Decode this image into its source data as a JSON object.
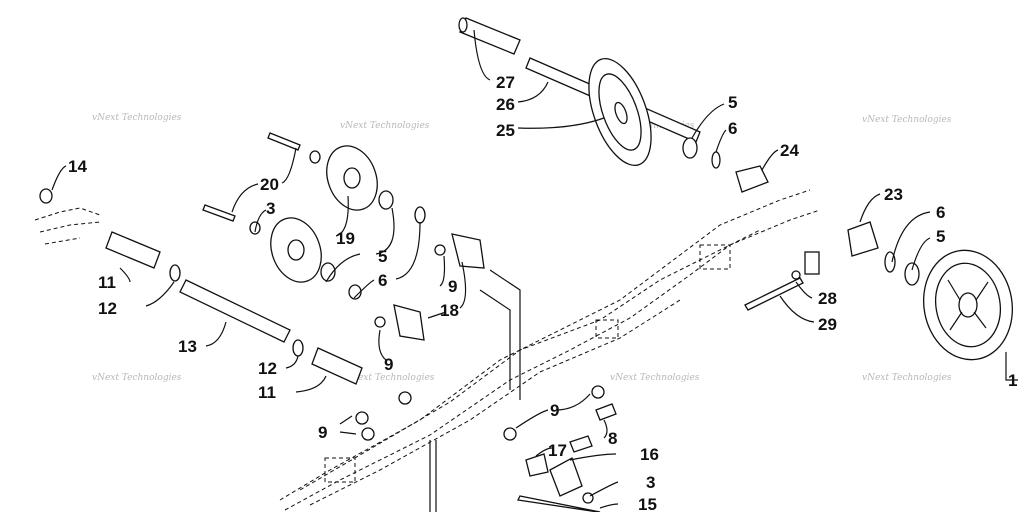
{
  "watermark_text": "vNext Technologies",
  "callouts": [
    {
      "id": "c27",
      "text": "27"
    },
    {
      "id": "c26",
      "text": "26"
    },
    {
      "id": "c25",
      "text": "25"
    },
    {
      "id": "c5a",
      "text": "5"
    },
    {
      "id": "c6a",
      "text": "6"
    },
    {
      "id": "c24",
      "text": "24"
    },
    {
      "id": "c14",
      "text": "14"
    },
    {
      "id": "c20",
      "text": "20"
    },
    {
      "id": "c3a",
      "text": "3"
    },
    {
      "id": "c19",
      "text": "19"
    },
    {
      "id": "c5b",
      "text": "5"
    },
    {
      "id": "c6b",
      "text": "6"
    },
    {
      "id": "c9a",
      "text": "9"
    },
    {
      "id": "c23",
      "text": "23"
    },
    {
      "id": "c6c",
      "text": "6"
    },
    {
      "id": "c5c",
      "text": "5"
    },
    {
      "id": "c11a",
      "text": "11"
    },
    {
      "id": "c12a",
      "text": "12"
    },
    {
      "id": "c18",
      "text": "18"
    },
    {
      "id": "c28",
      "text": "28"
    },
    {
      "id": "c29",
      "text": "29"
    },
    {
      "id": "c13",
      "text": "13"
    },
    {
      "id": "c12b",
      "text": "12"
    },
    {
      "id": "c9b",
      "text": "9"
    },
    {
      "id": "c11b",
      "text": "11"
    },
    {
      "id": "c1",
      "text": "1"
    },
    {
      "id": "c9c",
      "text": "9"
    },
    {
      "id": "c9d",
      "text": "9"
    },
    {
      "id": "c8",
      "text": "8"
    },
    {
      "id": "c17",
      "text": "17"
    },
    {
      "id": "c16",
      "text": "16"
    },
    {
      "id": "c3b",
      "text": "3"
    },
    {
      "id": "c15",
      "text": "15"
    }
  ]
}
